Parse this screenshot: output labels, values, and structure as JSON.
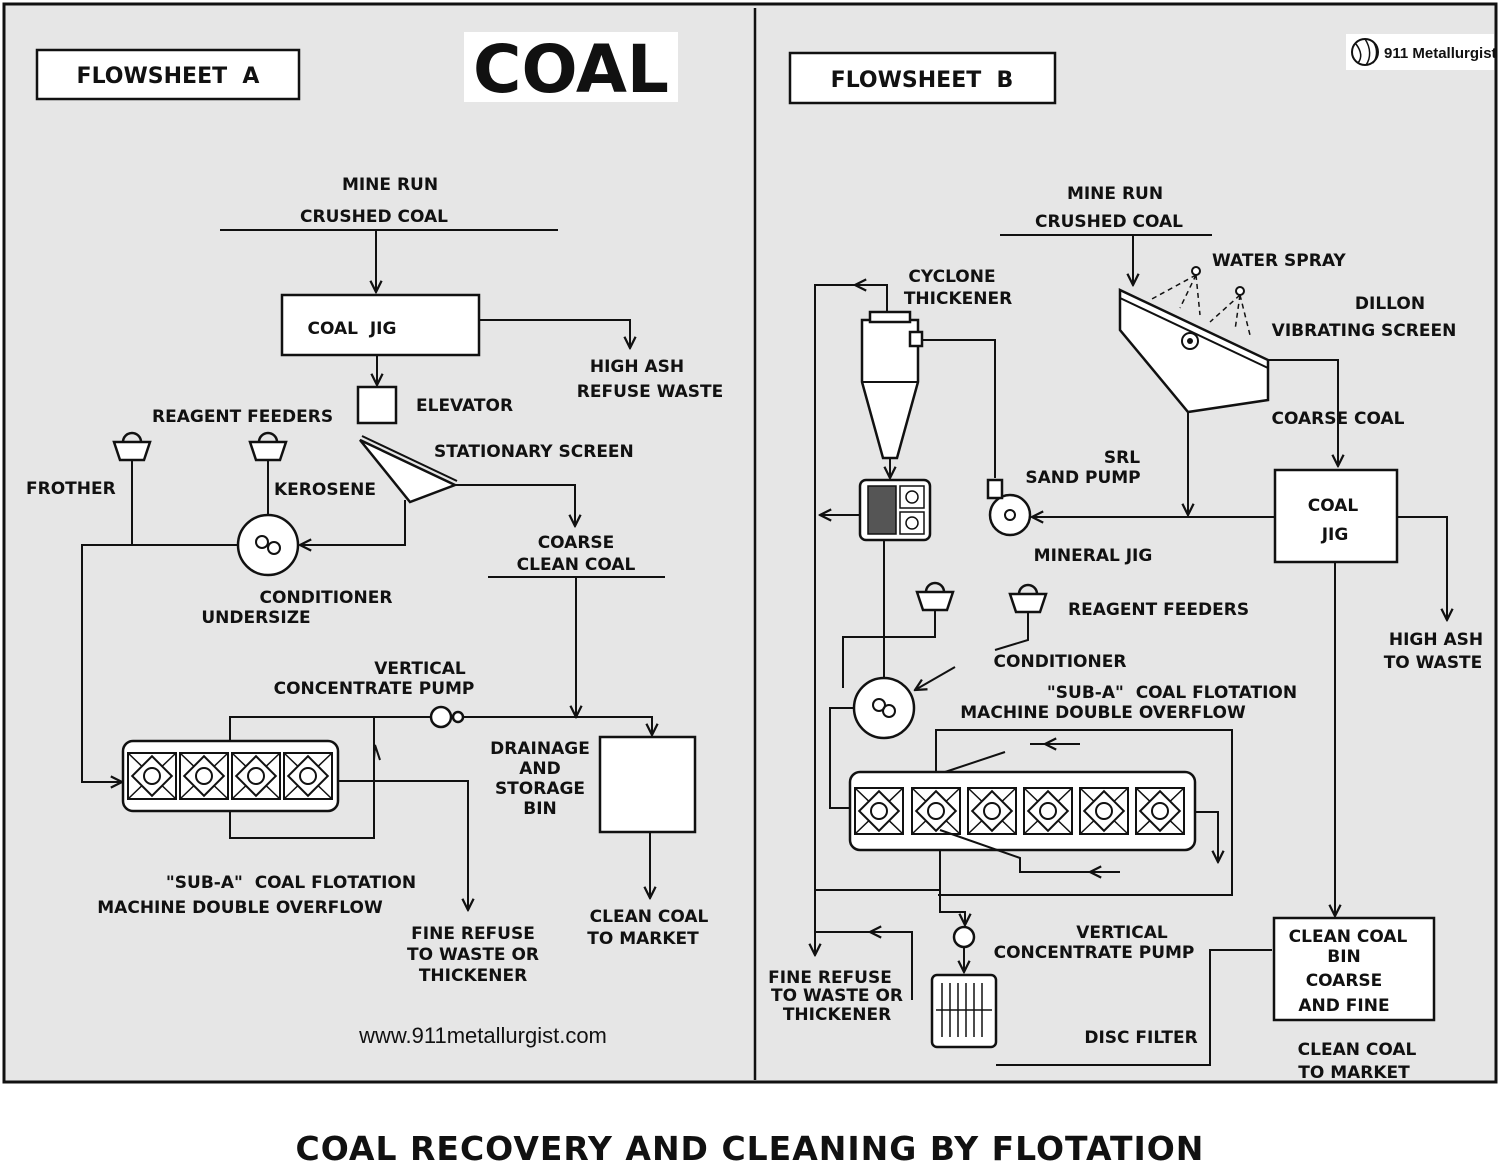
{
  "title": "COAL",
  "caption": "COAL RECOVERY AND CLEANING BY FLOTATION",
  "website": "www.911metallurgist.com",
  "logo": {
    "text": "911 Metallurgist"
  },
  "flowsheet_a": {
    "heading": "FLOWSHEET  A",
    "feed": [
      "MINE RUN",
      "CRUSHED COAL"
    ],
    "coal_jig": "COAL  JIG",
    "high_ash": [
      "HIGH ASH",
      "REFUSE WASTE"
    ],
    "elevator": "ELEVATOR",
    "reagent_feeders": "REAGENT FEEDERS",
    "stationary_screen": "STATIONARY SCREEN",
    "frother": "FROTHER",
    "kerosene": "KEROSENE",
    "coarse_clean": [
      "COARSE",
      "CLEAN COAL"
    ],
    "conditioner": "CONDITIONER",
    "undersize": "UNDERSIZE",
    "pump": [
      "VERTICAL",
      "CONCENTRATE PUMP"
    ],
    "bin": [
      "DRAINAGE",
      "AND",
      "STORAGE",
      "BIN"
    ],
    "flotation": [
      "\"SUB-A\"  COAL FLOTATION",
      "MACHINE DOUBLE OVERFLOW"
    ],
    "fine_refuse": [
      "FINE REFUSE",
      "TO WASTE OR",
      "THICKENER"
    ],
    "clean_market": [
      "CLEAN COAL",
      "TO MARKET"
    ]
  },
  "flowsheet_b": {
    "heading": "FLOWSHEET  B",
    "feed": [
      "MINE RUN",
      "CRUSHED COAL"
    ],
    "cyclone": [
      "CYCLONE",
      "THICKENER"
    ],
    "water_spray": "WATER SPRAY",
    "dillon": [
      "DILLON",
      "VIBRATING SCREEN"
    ],
    "coarse_coal": "COARSE COAL",
    "srl": [
      "SRL",
      "SAND PUMP"
    ],
    "coal_jig": [
      "COAL",
      "JIG"
    ],
    "mineral_jig": "MINERAL JIG",
    "reagent_feeders": "REAGENT FEEDERS",
    "high_ash": [
      "HIGH ASH",
      "TO WASTE"
    ],
    "conditioner": "CONDITIONER",
    "flotation": [
      "\"SUB-A\"  COAL FLOTATION",
      "MACHINE DOUBLE OVERFLOW"
    ],
    "pump": [
      "VERTICAL",
      "CONCENTRATE PUMP"
    ],
    "clean_bin": [
      "CLEAN COAL",
      "BIN",
      "COARSE",
      "AND FINE"
    ],
    "fine_refuse": [
      "FINE REFUSE",
      "TO WASTE OR",
      "THICKENER"
    ],
    "disc_filter": "DISC FILTER",
    "clean_market": [
      "CLEAN COAL",
      "TO MARKET"
    ]
  }
}
